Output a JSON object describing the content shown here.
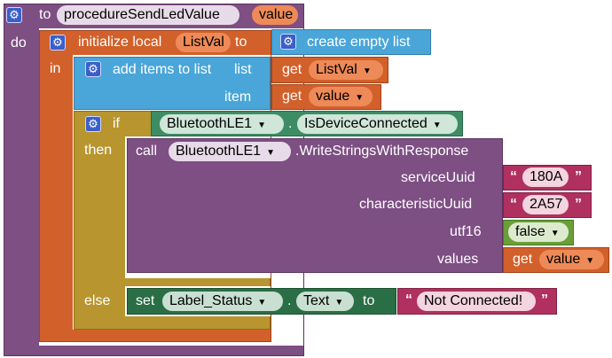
{
  "proc": {
    "to_label": "to",
    "name": "procedureSendLedValue",
    "param": "value",
    "do_label": "do"
  },
  "init_local": {
    "label": "initialize local",
    "var_name": "ListVal",
    "to_label": "to",
    "in_label": "in",
    "create_empty_list": "create empty list"
  },
  "add_items": {
    "label": "add items to list",
    "list_label": "list",
    "item_label": "item",
    "get_label": "get",
    "list_var": "ListVal",
    "item_var": "value"
  },
  "if_block": {
    "if_label": "if",
    "then_label": "then",
    "else_label": "else",
    "component": "BluetoothLE1",
    "dot": ".",
    "property": "IsDeviceConnected"
  },
  "call_block": {
    "call_label": "call",
    "component": "BluetoothLE1",
    "method": ".WriteStringsWithResponse",
    "args": [
      {
        "label": "serviceUuid",
        "value": "180A"
      },
      {
        "label": "characteristicUuid",
        "value": "2A57"
      },
      {
        "label": "utf16",
        "value": "false"
      },
      {
        "label": "values",
        "get_label": "get",
        "value": "value"
      }
    ]
  },
  "set_block": {
    "set_label": "set",
    "component": "Label_Status",
    "dot": ".",
    "property": "Text",
    "to_label": "to",
    "text_value": "Not Connected!"
  },
  "quotes": {
    "open": "“",
    "close": "”"
  },
  "colors": {
    "procedure": "#7d4f83",
    "variable": "#d2602a",
    "list": "#4aa6d8",
    "control": "#b8952e",
    "component_getter": "#3d8c64",
    "component_method": "#7d4f83",
    "component_setter": "#2a6e46",
    "text": "#b03060",
    "logic": "#6a9e39"
  },
  "icons": {
    "mutator": "gear-icon",
    "dropdown": "chevron-down-icon"
  }
}
